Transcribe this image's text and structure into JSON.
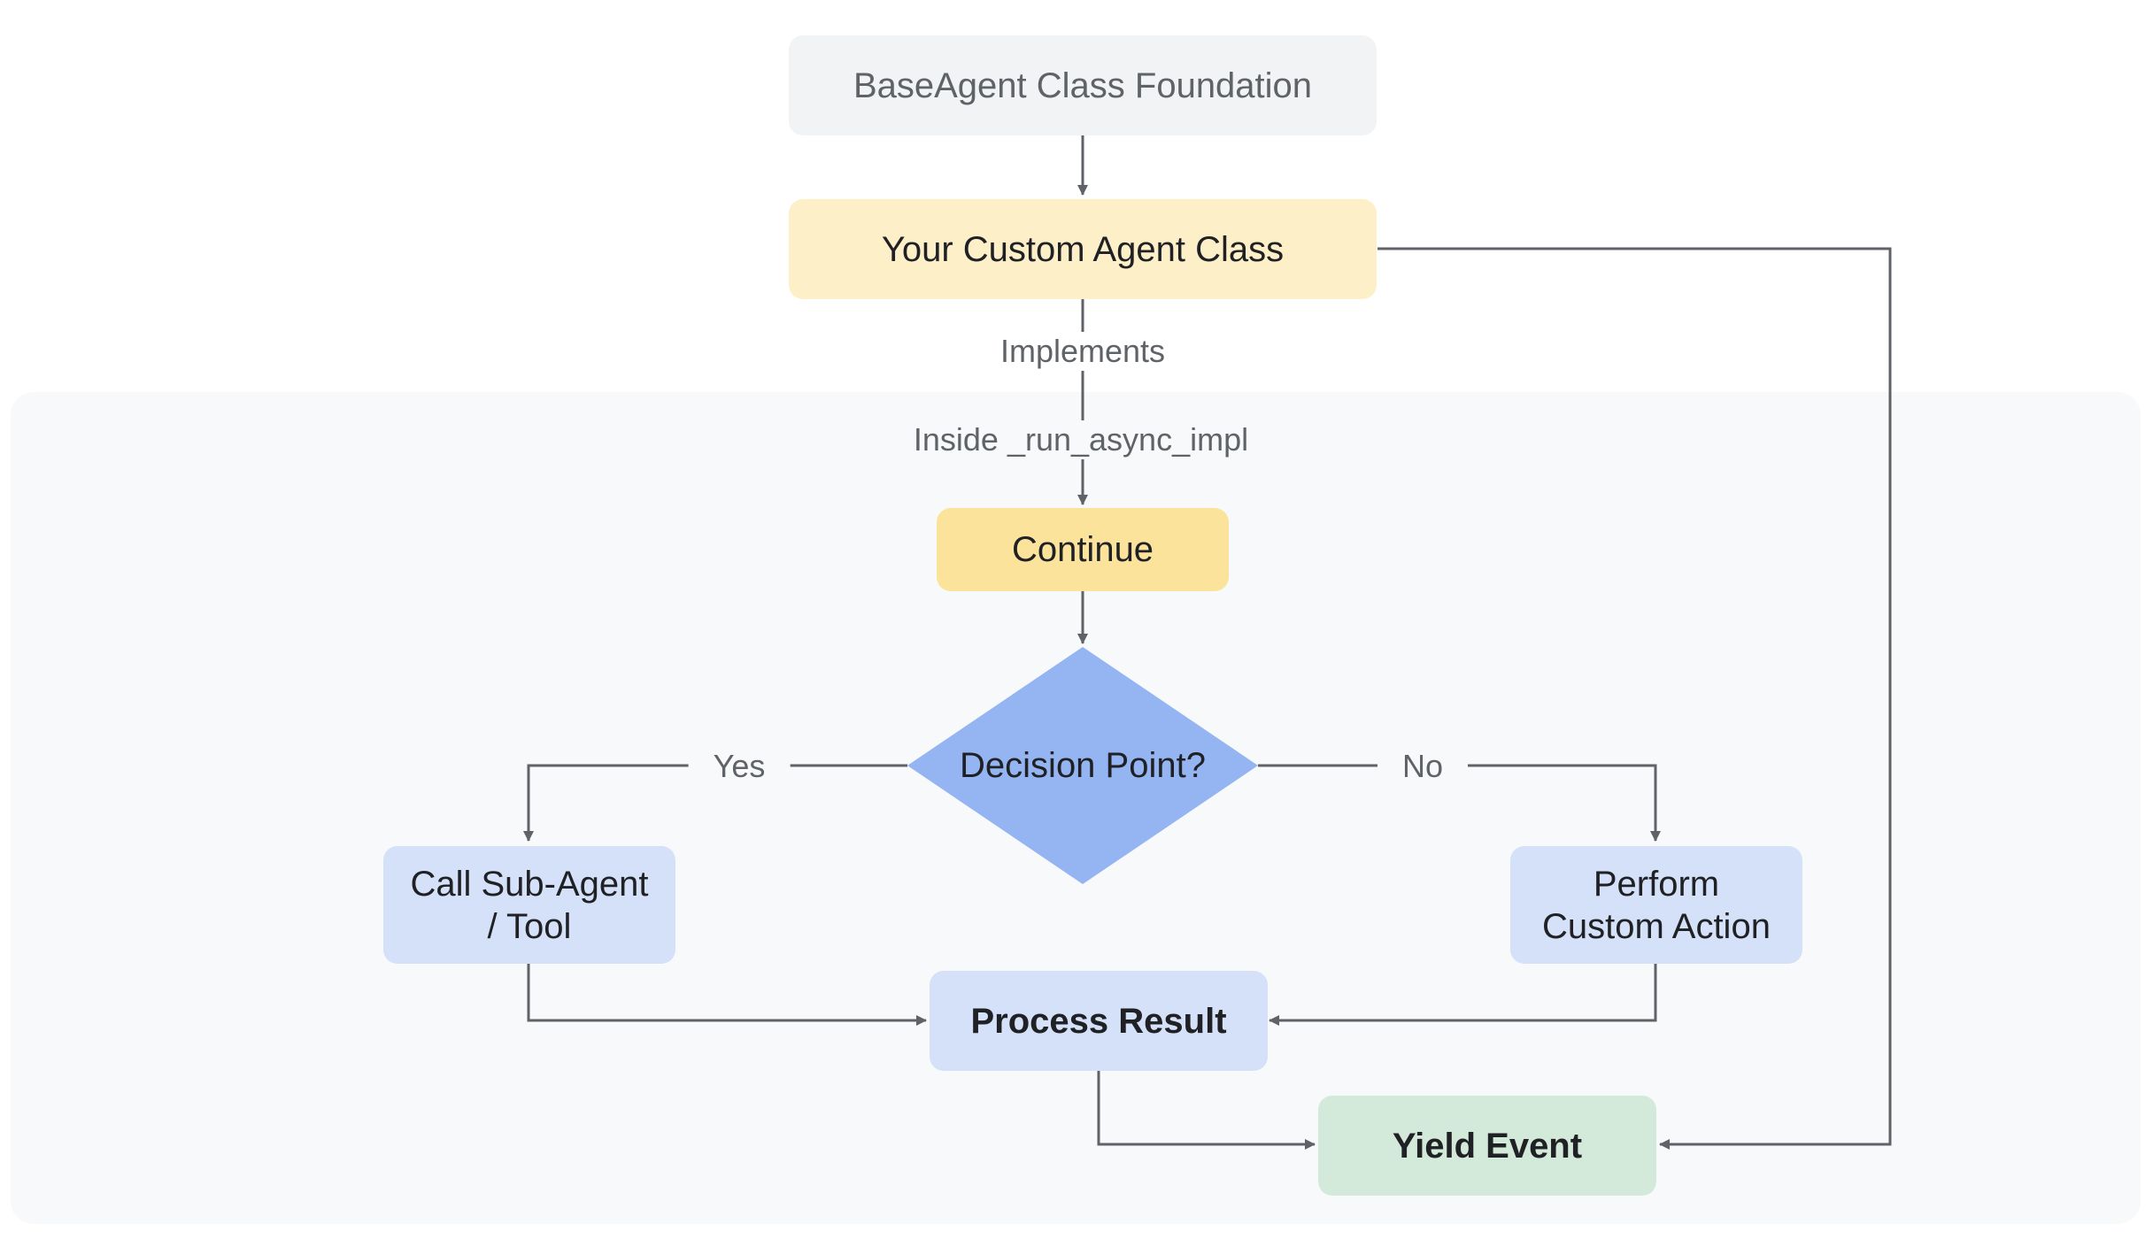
{
  "nodes": {
    "base_agent": "BaseAgent Class Foundation",
    "custom_agent": "Your Custom Agent Class",
    "continue": "Continue",
    "decision": "Decision Point?",
    "call_sub_agent": "Call Sub-Agent / Tool",
    "perform_action": "Perform Custom Action",
    "process_result": "Process Result",
    "yield_event": "Yield Event"
  },
  "edge_labels": {
    "implements": "Implements",
    "inside_run": "Inside _run_async_impl",
    "yes": "Yes",
    "no": "No"
  },
  "colors": {
    "cluster_bg": "#f8f9fa",
    "arrow": "#5f6368",
    "diamond": "#94b4f2"
  }
}
